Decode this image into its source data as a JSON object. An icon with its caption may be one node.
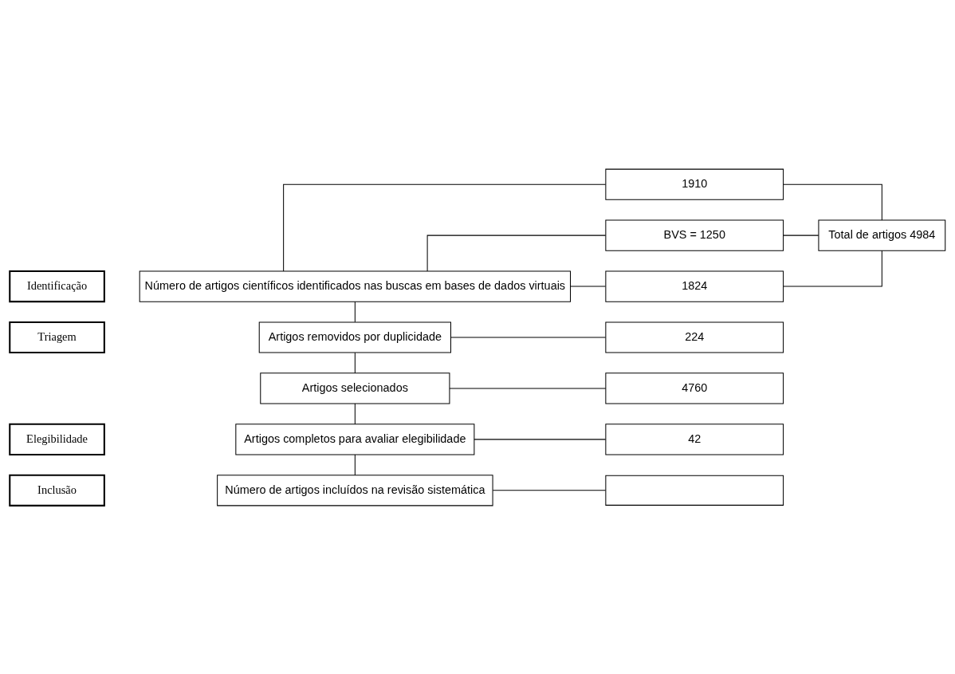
{
  "diagram": {
    "nodes": [
      {
        "text": [
          "Identificação"
        ]
      },
      {
        "text": [
          "Número de artigos científicos identificados nas buscas em bases de dados virtuais"
        ]
      },
      {
        "text": [
          "BVS = 1250"
        ]
      },
      {
        "text": [
          "1824"
        ]
      },
      {
        "text": [
          "1910"
        ]
      },
      {
        "text": [
          "Total de artigos 4984"
        ]
      },
      {
        "text": [
          "Triagem"
        ]
      },
      {
        "text": [
          "Artigos removidos por duplicidade"
        ]
      },
      {
        "text": [
          "224"
        ]
      },
      {
        "text": [
          "Artigos selecionados"
        ]
      },
      {
        "text": [
          "4760"
        ]
      },
      {
        "text": [
          "Elegibilidade"
        ]
      },
      {
        "text": [
          "Artigos completos para avaliar elegibilidade"
        ]
      },
      {
        "text": [
          "42"
        ]
      },
      {
        "text": [
          "Inclusão"
        ]
      },
      {
        "text": [
          "Número de artigos incluídos na revisão sistemática"
        ]
      },
      {
        "text": [],
        "shape": "box"
      }
    ],
    "edges": [
      {
        "from": 1,
        "to": 2,
        "arrow": "none"
      },
      {
        "from": 1,
        "to": 3,
        "arrow": "none"
      },
      {
        "from": 1,
        "to": 4,
        "arrow": "none"
      },
      {
        "from": 2,
        "to": 5,
        "arrow": "none"
      },
      {
        "from": 3,
        "to": 5,
        "arrow": "none"
      },
      {
        "from": 4,
        "to": 5,
        "arrow": "none"
      },
      {
        "from": 1,
        "to": 7,
        "arrow": "none"
      },
      {
        "from": 7,
        "to": 8,
        "arrow": "none"
      },
      {
        "from": 7,
        "to": 9,
        "arrow": "none"
      },
      {
        "from": 9,
        "to": 10,
        "arrow": "none"
      },
      {
        "from": 9,
        "to": 12,
        "arrow": "none"
      },
      {
        "from": 12,
        "to": 13,
        "arrow": "none"
      },
      {
        "from": 12,
        "to": 15,
        "arrow": "none"
      },
      {
        "from": 15,
        "to": 16,
        "arrow": "none"
      }
    ]
  }
}
